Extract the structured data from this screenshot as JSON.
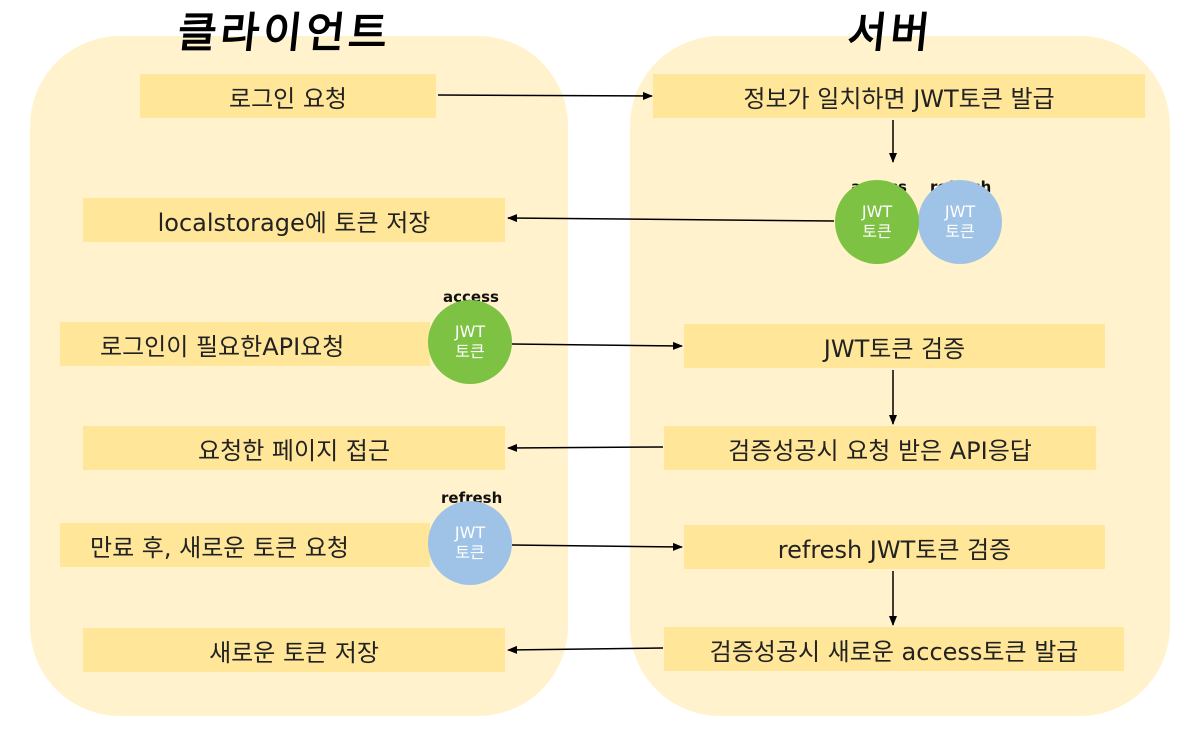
{
  "client": {
    "title": "클라이언트",
    "steps": {
      "login_request": "로그인 요청",
      "store_localstorage": "localstorage에 토큰 저장",
      "api_request": "로그인이 필요한API요청",
      "page_access": "요청한 페이지 접근",
      "renew_request": "만료 후, 새로운 토큰 요청",
      "store_new_token": "새로운 토큰 저장"
    }
  },
  "server": {
    "title": "서버",
    "steps": {
      "issue_jwt": "정보가 일치하면 JWT토큰 발급",
      "verify_jwt": "JWT토큰 검증",
      "api_response": "검증성공시 요청 받은 API응답",
      "verify_refresh": "refresh JWT토큰 검증",
      "issue_access": "검증성공시 새로운 access토큰 발급"
    }
  },
  "tokens": {
    "access_label": "access",
    "refresh_label": "refresh",
    "jwt_text": "JWT",
    "token_text": "토큰"
  },
  "colors": {
    "panel": "#fff2cc",
    "box": "#ffe699",
    "access": "#7dc242",
    "refresh": "#9fc3e7"
  }
}
